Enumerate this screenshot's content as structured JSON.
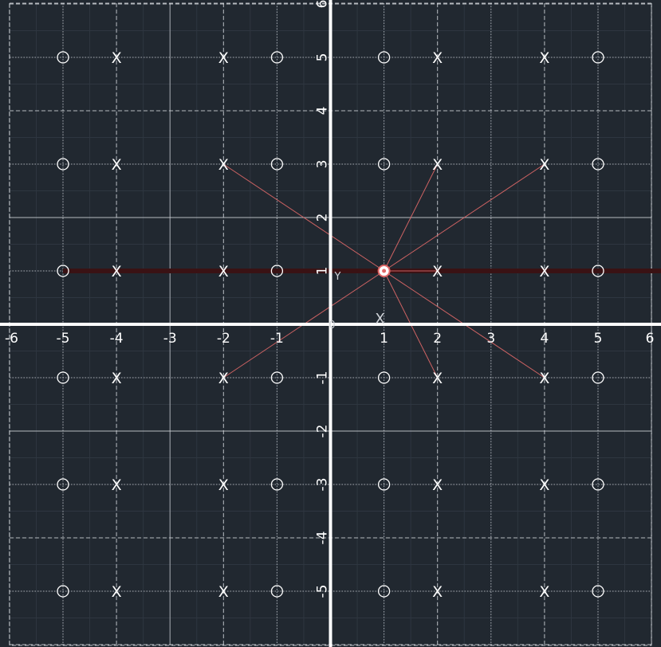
{
  "chart_data": {
    "type": "scatter",
    "xlim": [
      -6,
      6
    ],
    "ylim": [
      -6,
      6
    ],
    "x_ticks": [
      "-6",
      "-5",
      "-4",
      "-3",
      "-2",
      "-1",
      "1",
      "2",
      "3",
      "4",
      "5",
      "6"
    ],
    "y_ticks": [
      "6",
      "5",
      "4",
      "3",
      "2",
      "1",
      "-1",
      "-2",
      "-3",
      "-4",
      "-5"
    ],
    "origin_label": "0",
    "axis_markers": [
      "Y",
      "X"
    ],
    "grid": true,
    "colors": {
      "background": "#212830",
      "axis": "#ffffff",
      "grid": "#d0d4d8",
      "rays": "#e06868",
      "highlight_row": "#3a1214"
    },
    "highlighted_row_y": 1,
    "center_point": {
      "x": 1,
      "y": 1
    },
    "circle_points": [
      {
        "x": -5,
        "y": 5
      },
      {
        "x": -1,
        "y": 5
      },
      {
        "x": 1,
        "y": 5
      },
      {
        "x": 5,
        "y": 5
      },
      {
        "x": -5,
        "y": 3
      },
      {
        "x": -1,
        "y": 3
      },
      {
        "x": 1,
        "y": 3
      },
      {
        "x": 5,
        "y": 3
      },
      {
        "x": -5,
        "y": 1
      },
      {
        "x": -1,
        "y": 1
      },
      {
        "x": 5,
        "y": 1
      },
      {
        "x": -5,
        "y": -1
      },
      {
        "x": -1,
        "y": -1
      },
      {
        "x": 1,
        "y": -1
      },
      {
        "x": 5,
        "y": -1
      },
      {
        "x": -5,
        "y": -3
      },
      {
        "x": -1,
        "y": -3
      },
      {
        "x": 1,
        "y": -3
      },
      {
        "x": 5,
        "y": -3
      },
      {
        "x": -5,
        "y": -5
      },
      {
        "x": -1,
        "y": -5
      },
      {
        "x": 1,
        "y": -5
      },
      {
        "x": 5,
        "y": -5
      }
    ],
    "x_points": [
      {
        "x": -4,
        "y": 5
      },
      {
        "x": -2,
        "y": 5
      },
      {
        "x": 2,
        "y": 5
      },
      {
        "x": 4,
        "y": 5
      },
      {
        "x": -4,
        "y": 3
      },
      {
        "x": -2,
        "y": 3
      },
      {
        "x": 2,
        "y": 3
      },
      {
        "x": 4,
        "y": 3
      },
      {
        "x": -4,
        "y": 1
      },
      {
        "x": -2,
        "y": 1
      },
      {
        "x": 2,
        "y": 1
      },
      {
        "x": 4,
        "y": 1
      },
      {
        "x": -4,
        "y": -1
      },
      {
        "x": -2,
        "y": -1
      },
      {
        "x": 2,
        "y": -1
      },
      {
        "x": 4,
        "y": -1
      },
      {
        "x": -4,
        "y": -3
      },
      {
        "x": -2,
        "y": -3
      },
      {
        "x": 2,
        "y": -3
      },
      {
        "x": 4,
        "y": -3
      },
      {
        "x": -4,
        "y": -5
      },
      {
        "x": -2,
        "y": -5
      },
      {
        "x": 2,
        "y": -5
      },
      {
        "x": 4,
        "y": -5
      }
    ],
    "rays_from_center": [
      {
        "x": -2,
        "y": 3
      },
      {
        "x": 2,
        "y": 3
      },
      {
        "x": 4,
        "y": 3
      },
      {
        "x": 2,
        "y": 1
      },
      {
        "x": -2,
        "y": -1
      },
      {
        "x": 2,
        "y": -1
      },
      {
        "x": 4,
        "y": -1
      }
    ]
  }
}
